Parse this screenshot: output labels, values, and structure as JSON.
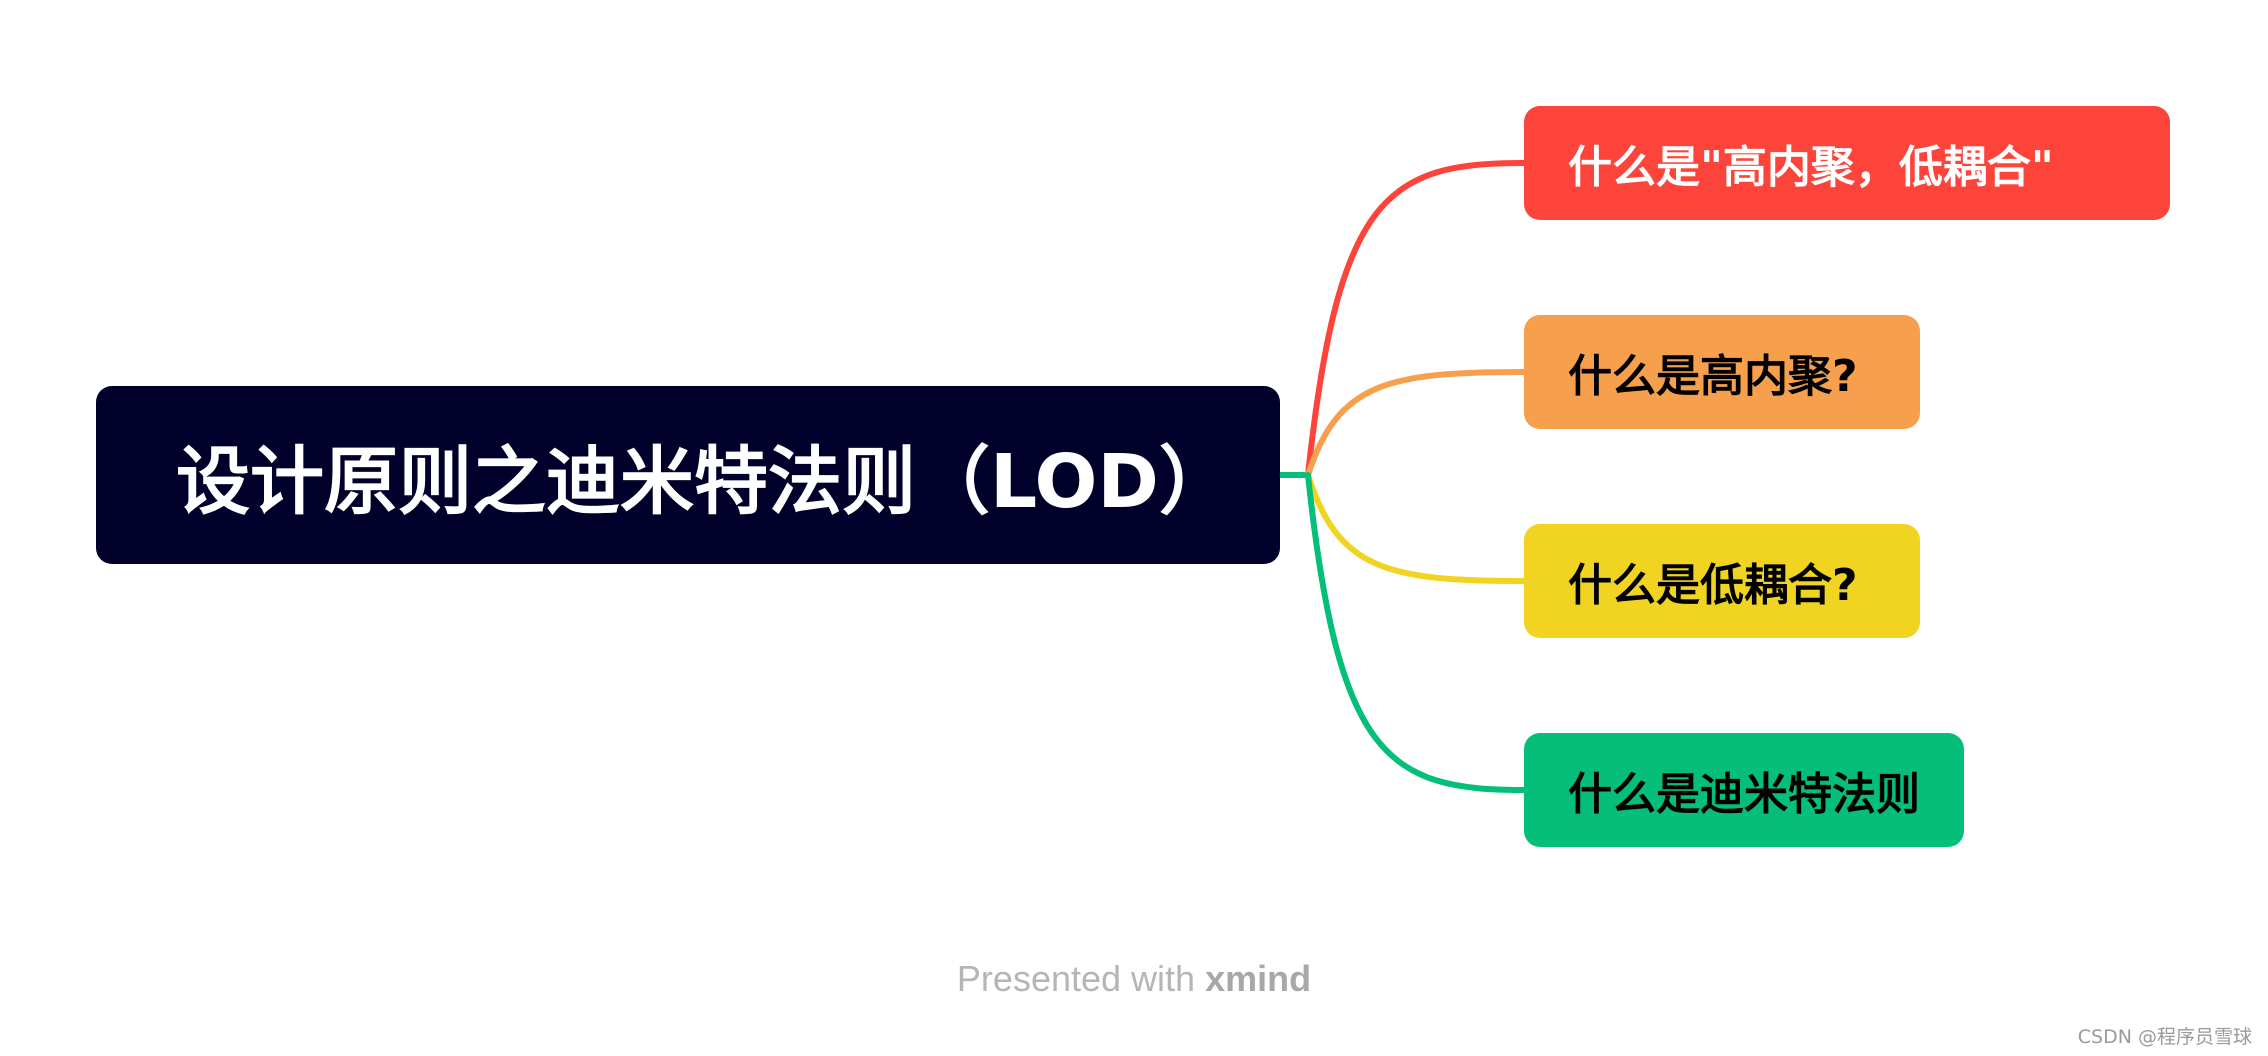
{
  "root": {
    "label": "设计原则之迪米特法则（LOD）",
    "color": "#00002b"
  },
  "branches": [
    {
      "label": "什么是\"高内聚，低耦合\"",
      "fill": "#fd443a",
      "text_color": "#ffffff"
    },
    {
      "label": "什么是高内聚?",
      "fill": "#f6a04e",
      "text_color": "#000000"
    },
    {
      "label": "什么是低耦合?",
      "fill": "#f1d422",
      "text_color": "#000000"
    },
    {
      "label": "什么是迪米特法则",
      "fill": "#04be79",
      "text_color": "#000000"
    }
  ],
  "footer": {
    "prefix": "Presented with ",
    "brand": "xmind"
  },
  "watermark": "CSDN @程序员雪球"
}
